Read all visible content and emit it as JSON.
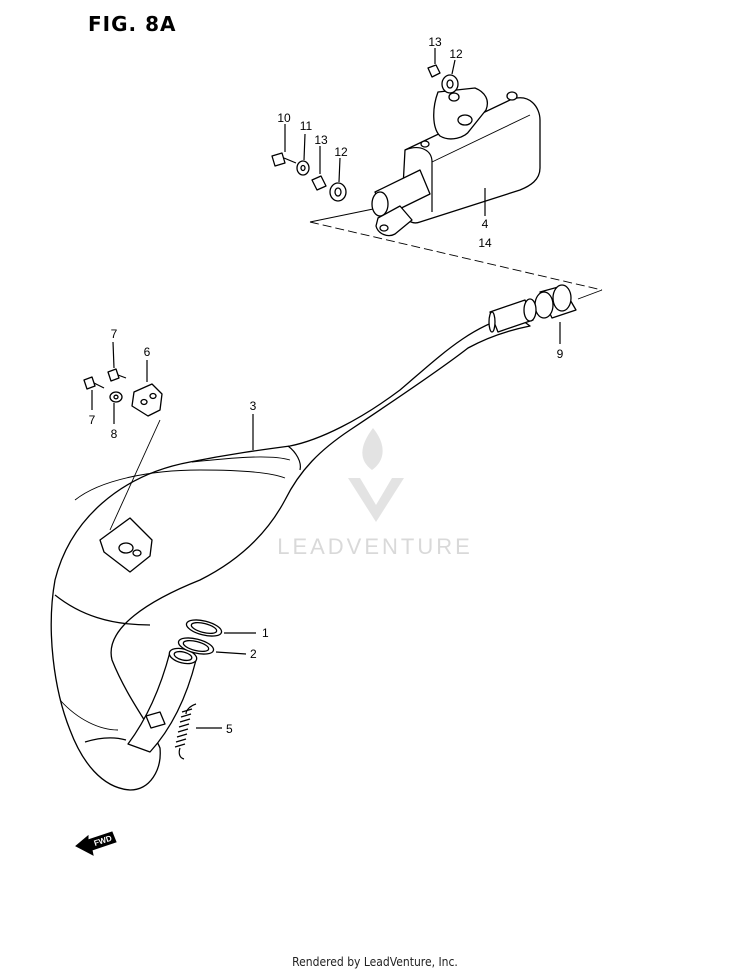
{
  "figure": {
    "title": "FIG. 8A",
    "footer": "Rendered by LeadVenture, Inc.",
    "watermark": "LEADVENTURE",
    "fwd_label": "FWD"
  },
  "callouts": {
    "p1": "1",
    "p2": "2",
    "p3": "3",
    "p4": "4",
    "p5": "5",
    "p6": "6",
    "p7a": "7",
    "p7b": "7",
    "p8": "8",
    "p9": "9",
    "p10": "10",
    "p11": "11",
    "p12a": "12",
    "p12b": "12",
    "p13a": "13",
    "p13b": "13",
    "p14": "14"
  },
  "colors": {
    "line": "#000000",
    "watermark": "#d9d9d9"
  }
}
